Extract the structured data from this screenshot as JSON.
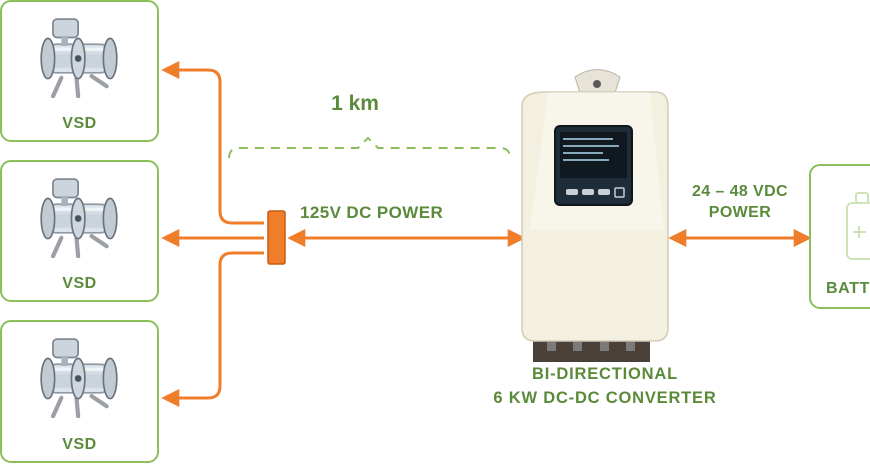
{
  "diagram": {
    "vsd_units": [
      {
        "label": "VSD"
      },
      {
        "label": "VSD"
      },
      {
        "label": "VSD"
      }
    ],
    "distance_label": "1 km",
    "bus_label": "125V DC POWER",
    "battery_voltage_label": [
      "24 – 48 VDC",
      "POWER"
    ],
    "converter_label": [
      "BI-DIRECTIONAL",
      "6 KW DC-DC CONVERTER"
    ],
    "battery_label": "BATT",
    "colors": {
      "accent_green": "#8bbf5c",
      "text_green": "#5a8a3a",
      "arrow_orange": "#ef7d2a",
      "converter_body": "#f4f0e0",
      "screen": "#1f2d38"
    }
  }
}
